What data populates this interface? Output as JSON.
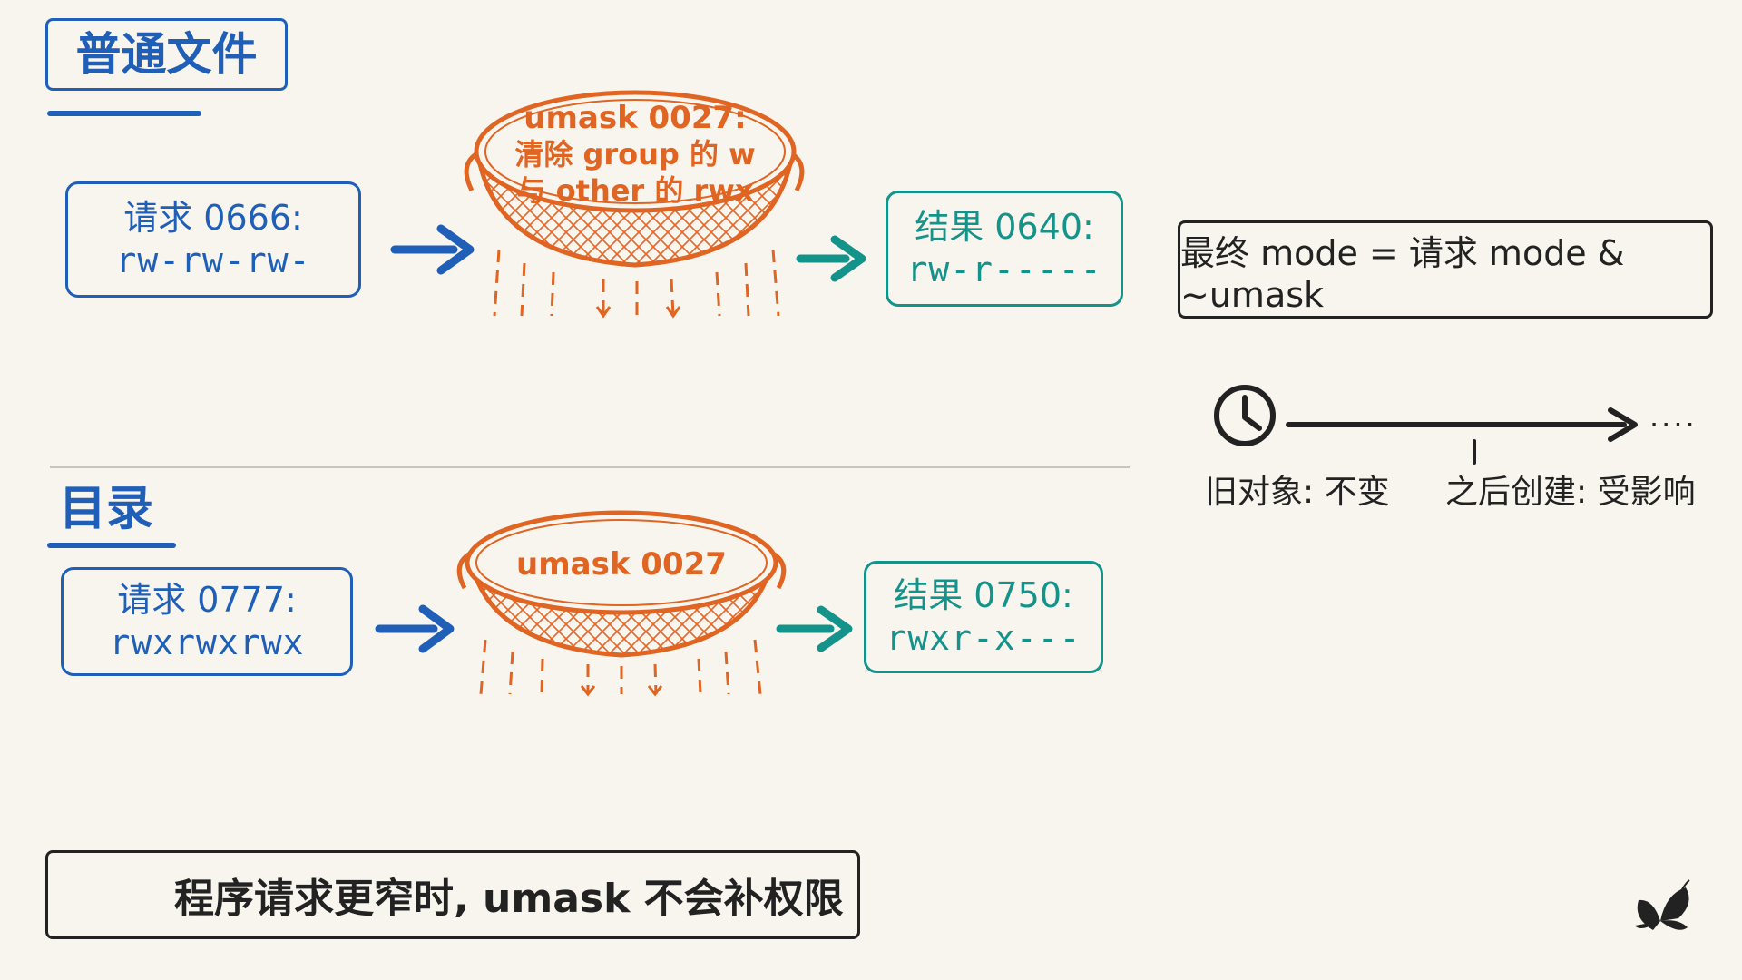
{
  "file_section": {
    "title": "普通文件",
    "request": {
      "line1": "请求 0666:",
      "line2": "rw-rw-rw-"
    },
    "filter": {
      "line1": "umask 0027:",
      "line2": "清除 group 的 w",
      "line3": "与 other 的 rwx"
    },
    "result": {
      "line1": "结果 0640:",
      "line2": "rw-r-----"
    }
  },
  "dir_section": {
    "title": "目录",
    "request": {
      "line1": "请求 0777:",
      "line2": "rwxrwxrwx"
    },
    "filter": {
      "line1": "umask 0027"
    },
    "result": {
      "line1": "结果 0750:",
      "line2": "rwxr-x---"
    }
  },
  "formula": "最终 mode = 请求 mode & ~umask",
  "timeline": {
    "icon": "clock-icon",
    "trail": "....",
    "left_label": "旧对象: 不变",
    "right_label": "之后创建: 受影响"
  },
  "warning": {
    "icon": "warning-icon",
    "text": "程序请求更窄时, umask 不会补权限"
  },
  "colors": {
    "blue": "#1f5fb8",
    "orange": "#e06422",
    "teal": "#13938a",
    "ink": "#222222"
  },
  "logo": "butterfly-logo"
}
